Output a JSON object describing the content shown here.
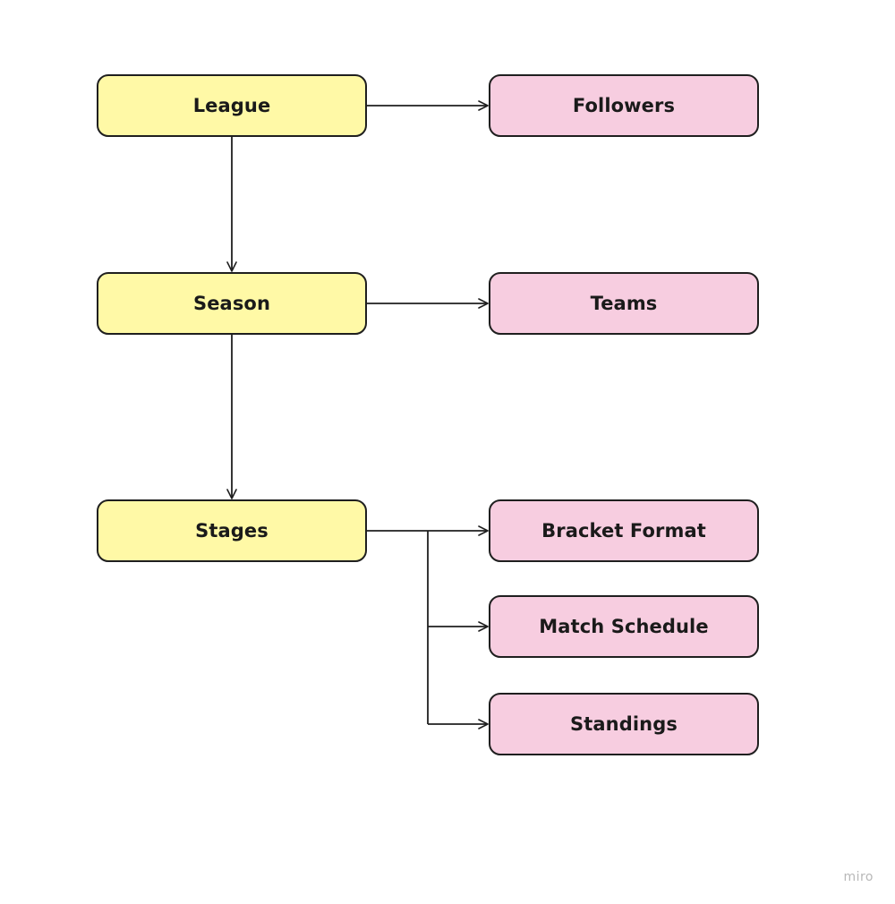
{
  "nodes": {
    "league": "League",
    "season": "Season",
    "stages": "Stages",
    "followers": "Followers",
    "teams": "Teams",
    "bracket_format": "Bracket Format",
    "match_schedule": "Match Schedule",
    "standings": "Standings"
  },
  "edges": [
    {
      "from": "League",
      "to": "Followers"
    },
    {
      "from": "League",
      "to": "Season"
    },
    {
      "from": "Season",
      "to": "Teams"
    },
    {
      "from": "Season",
      "to": "Stages"
    },
    {
      "from": "Stages",
      "to": "Bracket Format"
    },
    {
      "from": "Stages",
      "to": "Match Schedule"
    },
    {
      "from": "Stages",
      "to": "Standings"
    }
  ],
  "colors": {
    "primary_fill": "#fff9a6",
    "secondary_fill": "#f7cde0",
    "stroke": "#1f1f1f"
  },
  "watermark": "miro"
}
